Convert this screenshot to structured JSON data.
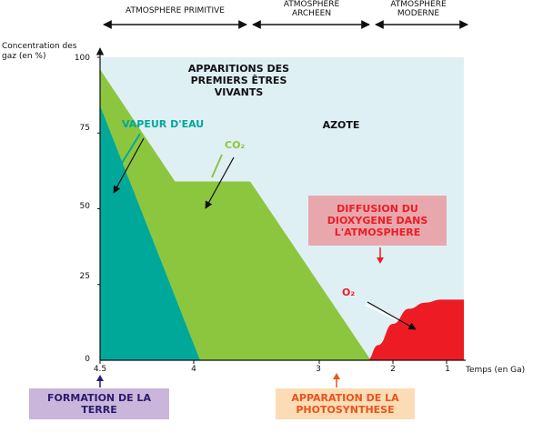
{
  "eras": [
    {
      "label": "ATMOSPHERE PRIMITIVE"
    },
    {
      "label": "ATMOSPHERE ARCHEEN"
    },
    {
      "label": "ATMOSPHERE MODERNE"
    }
  ],
  "annotations": {
    "apparitions": "APPARITIONS DES PREMIERS ÊTRES VIVANTS",
    "azote": "AZOTE",
    "diffusion": "DIFFUSION DU DIOXYGENE DANS L'ATMOSPHERE",
    "formation": "FORMATION DE LA TERRE",
    "photosynthese": "APPARATION DE LA PHOTOSYNTHESE"
  },
  "colors": {
    "azote": "#dff0f5",
    "vapeur": "#00a89a",
    "co2": "#8cc63f",
    "o2": "#ed1c24",
    "diffusion_box": "#e8a7ad",
    "formation_box": "#c9b6da",
    "photosynthese_box": "#fcdcb4",
    "photosynthese_text": "#e8531e",
    "formation_text": "#2a1a6e"
  },
  "chart_data": {
    "type": "area",
    "xlabel": "Temps (en Ga)",
    "ylabel": "Concentration des gaz (en %)",
    "xlim": [
      4.5,
      0.8
    ],
    "ylim": [
      0,
      100
    ],
    "x_ticks": [
      "4.5",
      "4",
      "3",
      "2",
      "1"
    ],
    "y_ticks": [
      "100",
      "75",
      "50",
      "25",
      "0"
    ],
    "series": [
      {
        "name": "VAPEUR D'EAU",
        "x": [
          4.5,
          4.5,
          3.95
        ],
        "y": [
          0,
          84,
          0
        ]
      },
      {
        "name": "CO₂",
        "x": [
          4.5,
          4.5,
          4.1,
          3.55,
          2.3
        ],
        "y": [
          0,
          96,
          59,
          59,
          0
        ]
      },
      {
        "name": "O₂",
        "x": [
          2.35,
          2.2,
          2.0,
          1.7,
          1.4,
          1.1,
          0.8
        ],
        "y": [
          0,
          5,
          12,
          17,
          19,
          20,
          20
        ]
      },
      {
        "name": "AZOTE",
        "x": [
          4.5,
          0.8
        ],
        "y": [
          100,
          100
        ]
      }
    ]
  }
}
